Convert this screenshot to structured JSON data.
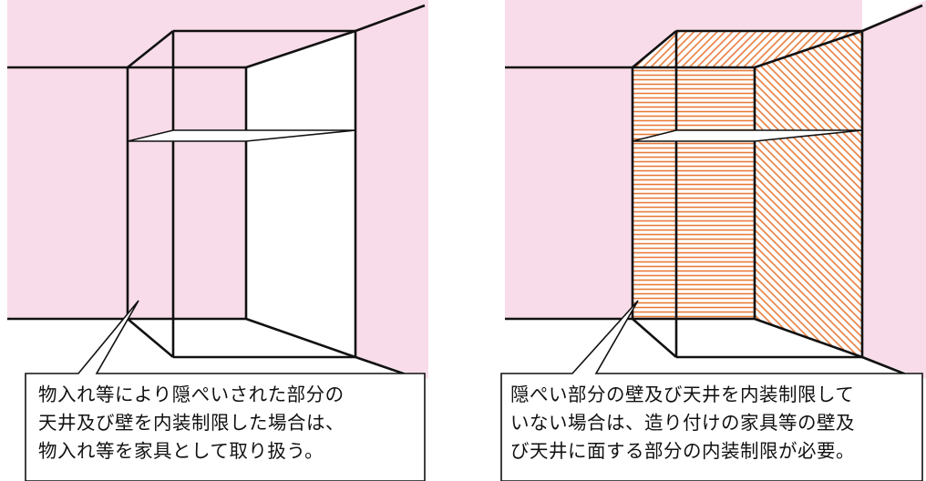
{
  "colors": {
    "wall_pink": "#f8dce9",
    "hatch_orange": "#e87a3a",
    "line": "#111111",
    "shelf": "#ffffff"
  },
  "left": {
    "callout_lines": [
      "物入れ等により隠ぺいされた部分の",
      "天井及び壁を内装制限した場合は、",
      "物入れ等を家具として取り扱う。"
    ]
  },
  "right": {
    "callout_lines": [
      "隠ぺい部分の壁及び天井を内装制限して",
      "いない場合は、造り付けの家具等の壁及",
      "び天井に面する部分の内装制限が必要。"
    ]
  }
}
